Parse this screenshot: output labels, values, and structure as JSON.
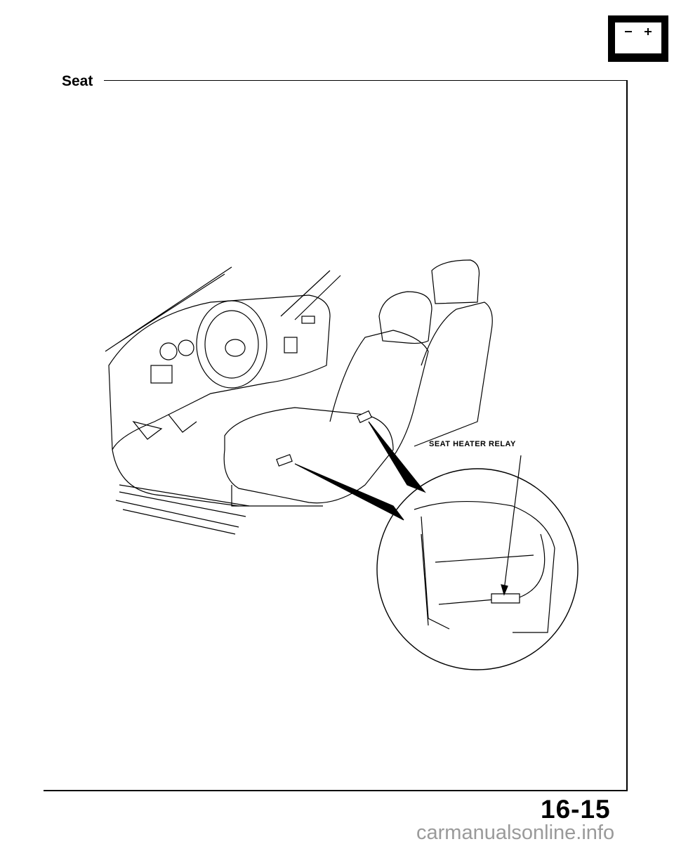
{
  "header": {
    "title": "Seat",
    "section_icon": "battery-icon"
  },
  "illustration": {
    "callout_label": "SEAT HEATER RELAY"
  },
  "footer": {
    "page_number": "16-15",
    "watermark": "carmanualsonline.info"
  }
}
